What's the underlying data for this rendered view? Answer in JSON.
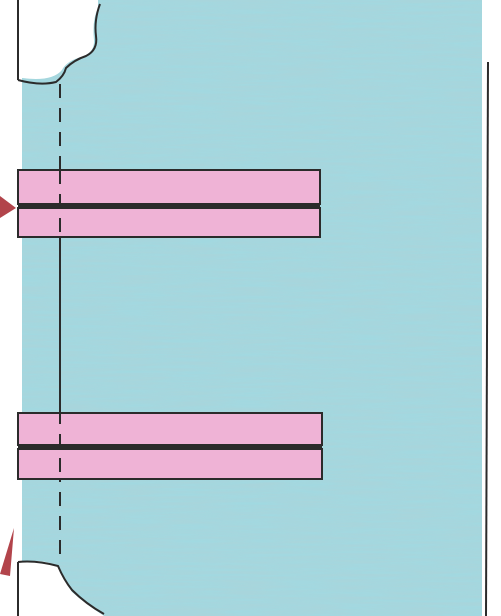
{
  "colors": {
    "background": "#ffffff",
    "water": "#a8d5dc",
    "water_streak": "#7fbfcc",
    "pink_fill": "#efb3d6",
    "outline": "#2b2b2b",
    "arrow": "#b2444b"
  },
  "components": {
    "water_region": "blue-colored-region",
    "left_wall": "vertical-wall-line",
    "right_wall": "vertical-wall-line",
    "dashed_line": "dashed-vertical-line",
    "strips": [
      "pink-strip-pair",
      "pink-strip-pair"
    ],
    "arrows": [
      "red-arrow",
      "red-arrow"
    ]
  }
}
